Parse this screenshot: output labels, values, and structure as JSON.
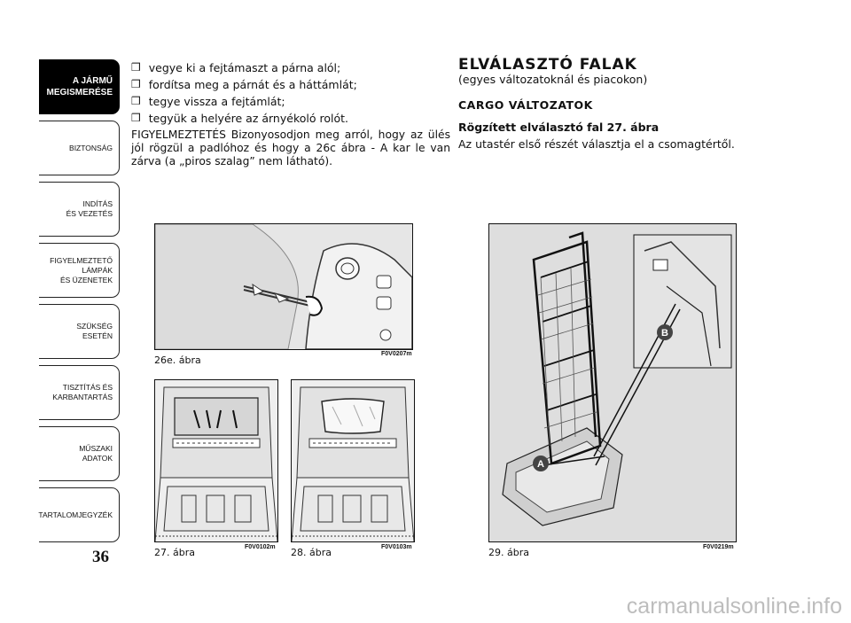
{
  "sidebar": {
    "items": [
      {
        "label": "A JÁRMŰ\nMEGISMERÉSE",
        "active": true
      },
      {
        "label": "BIZTONSÁG",
        "active": false
      },
      {
        "label": "INDÍTÁS\nÉS VEZETÉS",
        "active": false
      },
      {
        "label": "FIGYELMEZTETŐ\nLÁMPÁK\nÉS ÜZENETEK",
        "active": false
      },
      {
        "label": "SZÜKSÉG\nESETÉN",
        "active": false
      },
      {
        "label": "TISZTÍTÁS ÉS\nKARBANTARTÁS",
        "active": false
      },
      {
        "label": "MŰSZAKI\nADATOK",
        "active": false
      },
      {
        "label": "TARTALOMJEGYZÉK",
        "active": false
      }
    ]
  },
  "page_number": "36",
  "left": {
    "bullets": [
      "vegye ki a fejtámaszt a párna alól;",
      "fordítsa meg a párnát és a háttámlát;",
      "tegye vissza a fejtámlát;",
      "tegyük a helyére az árnyékoló rolót."
    ],
    "note": "FIGYELMEZTETÉS Bizonyosodjon meg arról, hogy az ülés jól rögzül a padlóhoz és hogy a 26c ábra - A kar le van zárva (a „piros szalag” nem látható)."
  },
  "right": {
    "title": "ELVÁLASZTÓ FALAK",
    "subtitle": "(egyes változatoknál és piacokon)",
    "subheading": "CARGO VÁLTOZATOK",
    "bold_line": "Rögzített elválasztó fal 27. ábra",
    "paragraph": "Az utastér első részét választja el a csomagtértől."
  },
  "figures": {
    "f26e": {
      "caption": "26e. ábra",
      "code": "F0V0207m"
    },
    "f27": {
      "caption": "27. ábra",
      "code": "F0V0102m"
    },
    "f28": {
      "caption": "28. ábra",
      "code": "F0V0103m"
    },
    "f29": {
      "caption": "29. ábra",
      "code": "F0V0219m",
      "label_a": "A",
      "label_b": "B"
    }
  },
  "bullet_glyph": "❒",
  "watermark": "carmanualsonline.info"
}
